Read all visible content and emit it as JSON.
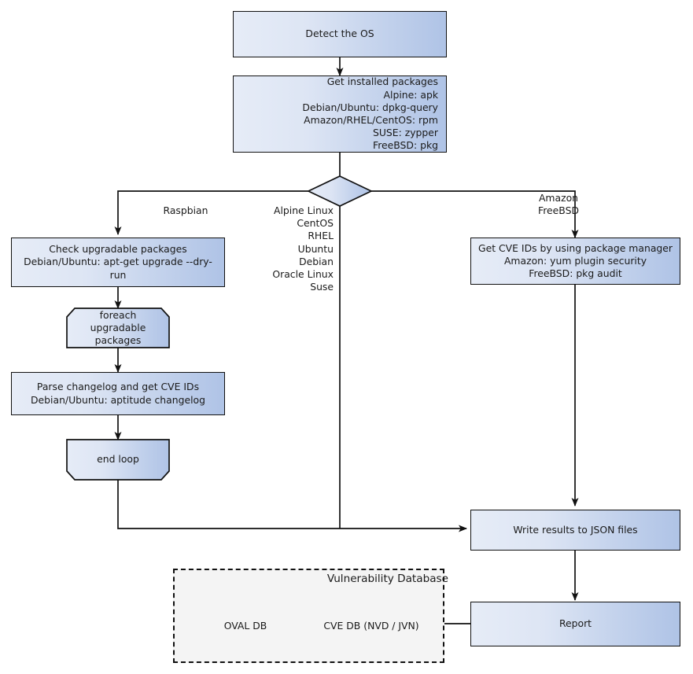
{
  "diagram": {
    "title": "Vulnerability scanning flowchart",
    "colors": {
      "node_fill_light": "#e6ecf7",
      "node_fill_dark": "#afc3e6",
      "node_stroke": "#111111",
      "group_fill": "#f4f4f4",
      "group_stroke": "#111111",
      "text": "#1a1a1a",
      "canvas": "#ffffff"
    },
    "nodes": {
      "detect_os": {
        "label": "Detect the OS"
      },
      "get_installed_packages": {
        "label": "Get installed packages\nAlpine: apk\nDebian/Ubuntu: dpkg-query\nAmazon/RHEL/CentOS: rpm\nSUSE: zypper\nFreeBSD: pkg"
      },
      "decision": {
        "label": ""
      },
      "check_upgradable": {
        "label": "Check upgradable packages\nDebian/Ubuntu: apt-get upgrade --dry-run"
      },
      "foreach_loop": {
        "label": "foreach\nupgradable  packages"
      },
      "parse_changelog": {
        "label": "Parse changelog and get  CVE IDs\nDebian/Ubuntu: aptitude changelog"
      },
      "end_loop": {
        "label": "end loop"
      },
      "get_cve_ids": {
        "label": "Get CVE IDs by using package manager\nAmazon: yum plugin security\nFreeBSD: pkg audit"
      },
      "write_results": {
        "label": "Write results to JSON files"
      },
      "report": {
        "label": "Report"
      }
    },
    "edge_labels": {
      "raspbian": "Raspbian",
      "middle_os_list": "Alpine Linux\nCentOS\nRHEL\nUbuntu\nDebian\nOracle Linux\nSuse",
      "amazon_freebsd": "Amazon\nFreeBSD"
    },
    "vulnerability_database": {
      "title": "Vulnerability Database",
      "databases": [
        {
          "label": "OVAL DB"
        },
        {
          "label": "CVE DB (NVD / JVN)"
        }
      ]
    }
  }
}
